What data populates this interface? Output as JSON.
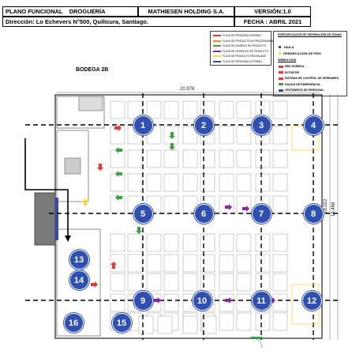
{
  "header": {
    "left_title_a": "PLANO FUNCIONAL",
    "left_title_b": "DROGUERÍA",
    "company": "MATHIESEN HOLDING S.A.",
    "version": "VERSIÓN:1.0",
    "address": "Dirección: Lo Echevers N°500, Quilicura, Santiago.",
    "date": "FECHA : ABRIL 2021"
  },
  "legend_flows": [
    {
      "label": "FLUJO DE PERSONAL INTERNO",
      "color": "#e53935"
    },
    {
      "label": "FLUJO DE PRODUCTO EN PROCESAMIENTO",
      "color": "#fb8c00"
    },
    {
      "label": "FLUJO DE INGRESO DE PRODUCTO",
      "color": "#43a047"
    },
    {
      "label": "FLUJO DE DESPACHO DE PRODUCTO",
      "color": "#8e24aa"
    },
    {
      "label": "FLUJO DE PRODUCTO RECHAZADO",
      "color": "#fdd835"
    },
    {
      "label": "FLUJO DE PERSONAL EXTERNO",
      "color": "#3949ab"
    }
  ],
  "legend_zones": {
    "title": "ESPECIFICACIÓN DE SEPARACIÓN DE ZONAS",
    "items": [
      {
        "label": "JAULA",
        "color": "#3949ab"
      },
      {
        "label": "DEMARCACIÓN DE PISO",
        "color": "#fdd835"
      }
    ]
  },
  "legend_symbols": {
    "title": "SIMBOLOGÍA",
    "items": [
      {
        "label": "RED HÚMEDA",
        "color": "#e53935"
      },
      {
        "label": "EXTINTOR",
        "color": "#e53935"
      },
      {
        "label": "SISTEMA DE CONTROL DE DERRAMES",
        "color": "#e53935"
      },
      {
        "label": "SALIDA DE EMERGENCIA",
        "color": "#43a047"
      },
      {
        "label": "VESTIMENTA DE PERSONAL",
        "color": "#3949ab"
      }
    ]
  },
  "plan": {
    "title": "BODEGA 2B",
    "dim_top": "20.976",
    "dim_right_a": "18.022",
    "dim_right_b": "19.488"
  },
  "markers": [
    "1",
    "2",
    "3",
    "4",
    "5",
    "6",
    "7",
    "8",
    "9",
    "10",
    "11",
    "12",
    "13",
    "14",
    "15",
    "16"
  ]
}
